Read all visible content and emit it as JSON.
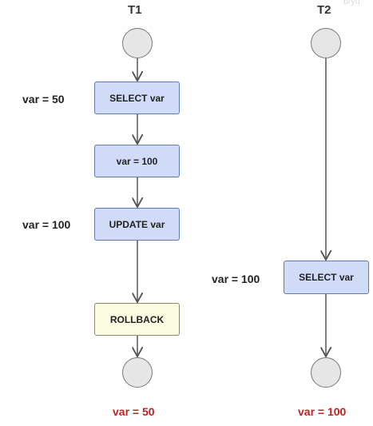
{
  "columns": [
    {
      "title": "T1"
    },
    {
      "title": "T2"
    }
  ],
  "t1": {
    "steps": [
      {
        "text": "SELECT var",
        "side_label": "var = 50"
      },
      {
        "text": "var = 100",
        "side_label": ""
      },
      {
        "text": "UPDATE var",
        "side_label": "var = 100"
      },
      {
        "text": "ROLLBACK",
        "side_label": ""
      }
    ],
    "result": "var = 50"
  },
  "t2": {
    "steps": [
      {
        "text": "SELECT var",
        "side_label": "var = 100"
      }
    ],
    "result": "var = 100"
  },
  "watermark": "b/yu",
  "colors": {
    "step_fill": "#d0dcf7",
    "step_border": "#5b7bb2",
    "rollback_fill": "#fbfbe2",
    "result_text": "#c0201f",
    "node_fill": "#e6e6e6"
  }
}
